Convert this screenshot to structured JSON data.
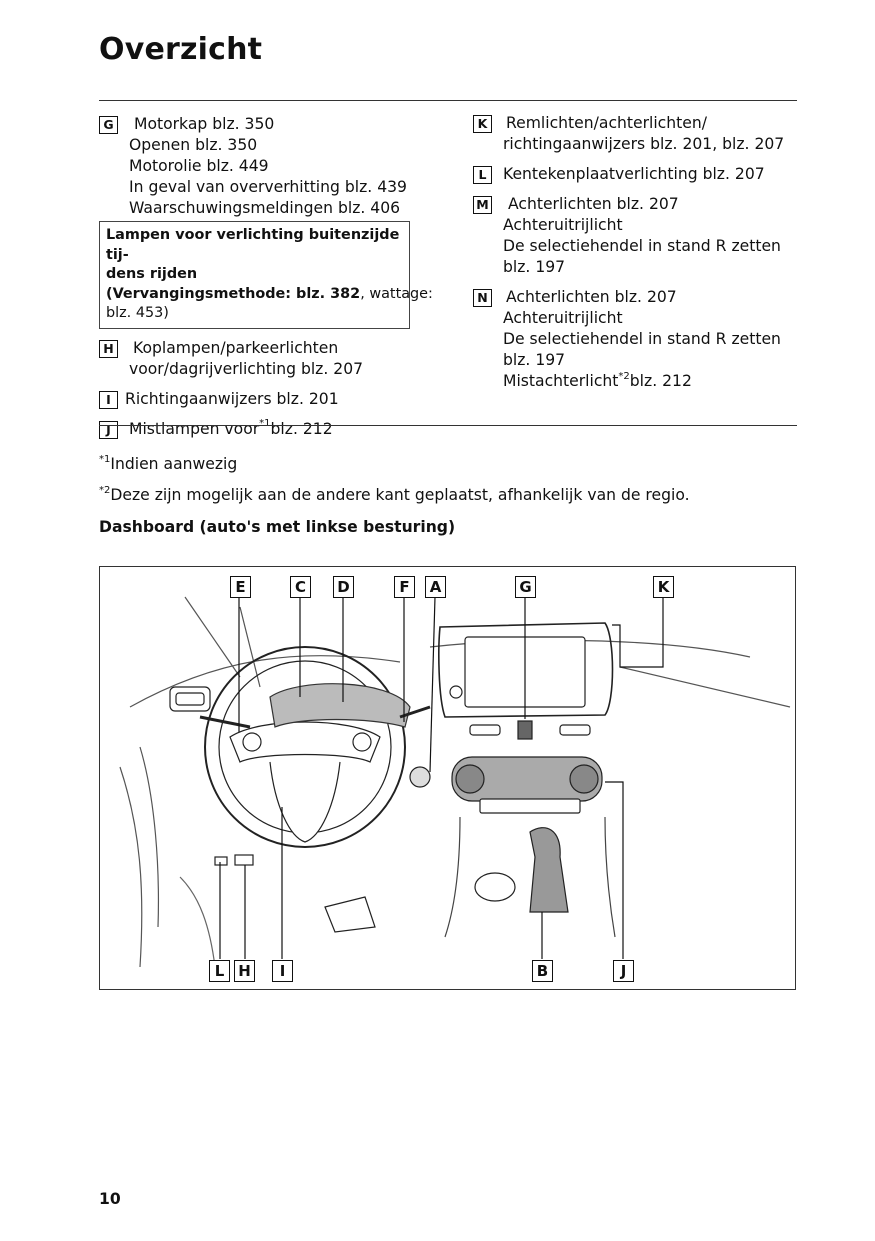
{
  "page": {
    "title": "Overzicht",
    "page_number": "10"
  },
  "left_column": {
    "entry_g": {
      "key": "G",
      "lines": [
        "Motorkap blz. 350",
        "Openen blz. 350",
        "Motorolie blz. 449",
        "In geval van oververhitting blz. 439",
        "Waarschuwingsmeldingen blz. 406"
      ]
    },
    "note_box": {
      "bold_line1": "Lampen voor verlichting buitenzijde tij-",
      "bold_line2": "dens rijden",
      "bold_line3": "(Vervangingsmethode: blz. 382",
      "normal_line3": ", wattage:",
      "line4": "blz. 453)"
    },
    "entry_h": {
      "key": "H",
      "lines": [
        "Koplampen/parkeerlichten",
        "voor/dagrijverlichting blz. 207"
      ]
    },
    "entry_i": {
      "key": "I",
      "lines": [
        "Richtingaanwijzers blz. 201"
      ]
    },
    "entry_j": {
      "key": "J",
      "text_before": "Mistlampen voor",
      "sup": "*1",
      "text_after": "blz. 212"
    }
  },
  "right_column": {
    "entry_k": {
      "key": "K",
      "lines": [
        "Remlichten/achterlichten/",
        "richtingaanwijzers blz. 201, blz. 207"
      ]
    },
    "entry_l": {
      "key": "L",
      "lines": [
        "Kentekenplaatverlichting blz. 207"
      ]
    },
    "entry_m": {
      "key": "M",
      "lines": [
        "Achterlichten blz. 207",
        "Achteruitrijlicht",
        "De selectiehendel in stand R zetten",
        "blz. 197"
      ]
    },
    "entry_n": {
      "key": "N",
      "lines": [
        "Achterlichten blz. 207",
        "Achteruitrijlicht",
        "De selectiehendel in stand R zetten",
        "blz. 197"
      ],
      "last_before": "Mistachterlicht",
      "last_sup": "*2",
      "last_after": "blz. 212"
    }
  },
  "footnotes": {
    "fn1_mark": "*1",
    "fn1_text": "Indien aanwezig",
    "fn2_mark": "*2",
    "fn2_text": "Deze zijn mogelijk aan de andere kant geplaatst, afhankelijk van de regio."
  },
  "section_heading": "Dashboard (auto's met linkse besturing)",
  "figure": {
    "callouts_top": [
      "E",
      "C",
      "D",
      "F",
      "A",
      "G",
      "K"
    ],
    "callouts_bottom": [
      "L",
      "H",
      "I",
      "B",
      "J"
    ]
  }
}
